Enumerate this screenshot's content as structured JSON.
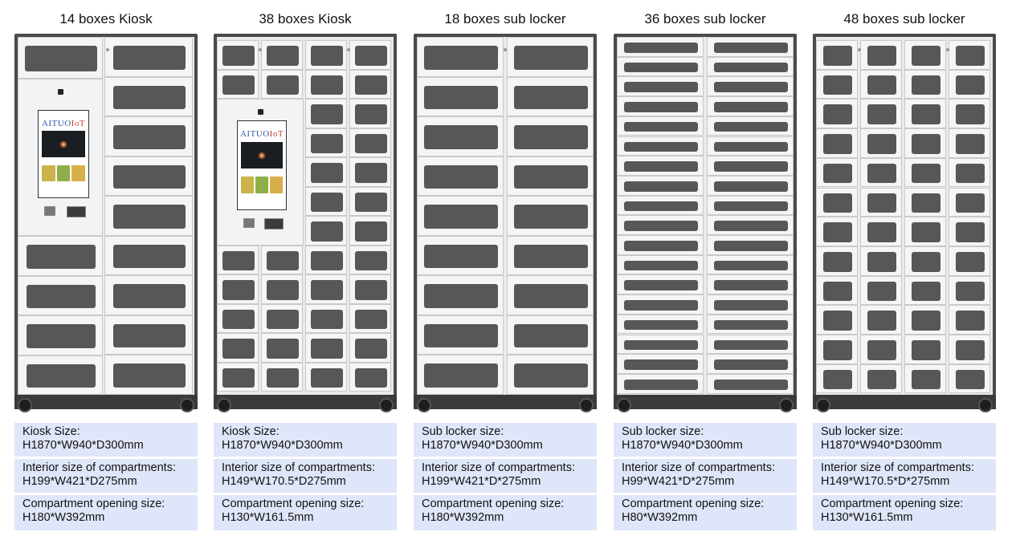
{
  "logo_text_a": "AITUO",
  "logo_text_b": "IoT",
  "products": [
    {
      "title": "14 boxes Kiosk",
      "specs": [
        {
          "label": "Kiosk Size:",
          "value": "H1870*W940*D300mm"
        },
        {
          "label": "Interior size of compartments:",
          "value": "H199*W421*D275mm"
        },
        {
          "label": "Compartment opening size:",
          "value": "H180*W392mm"
        }
      ]
    },
    {
      "title": "38 boxes Kiosk",
      "specs": [
        {
          "label": "Kiosk Size:",
          "value": "H1870*W940*D300mm"
        },
        {
          "label": "Interior size of compartments:",
          "value": "H149*W170.5*D275mm"
        },
        {
          "label": "Compartment opening size:",
          "value": "H130*W161.5mm"
        }
      ]
    },
    {
      "title": "18 boxes sub locker",
      "specs": [
        {
          "label": "Sub locker size:",
          "value": "H1870*W940*D300mm"
        },
        {
          "label": "Interior size of compartments:",
          "value": "H199*W421*D*275mm"
        },
        {
          "label": "Compartment opening size:",
          "value": "H180*W392mm"
        }
      ]
    },
    {
      "title": "36 boxes sub locker",
      "specs": [
        {
          "label": "Sub locker size:",
          "value": "H1870*W940*D300mm"
        },
        {
          "label": "Interior size of compartments:",
          "value": "H99*W421*D*275mm"
        },
        {
          "label": "Compartment opening size:",
          "value": "H80*W392mm"
        }
      ]
    },
    {
      "title": "48 boxes sub locker",
      "specs": [
        {
          "label": "Sub locker size:",
          "value": "H1870*W940*D300mm"
        },
        {
          "label": "Interior size of compartments:",
          "value": "H149*W170.5*D*275mm"
        },
        {
          "label": "Compartment opening size:",
          "value": "H130*W161.5mm"
        }
      ]
    }
  ]
}
